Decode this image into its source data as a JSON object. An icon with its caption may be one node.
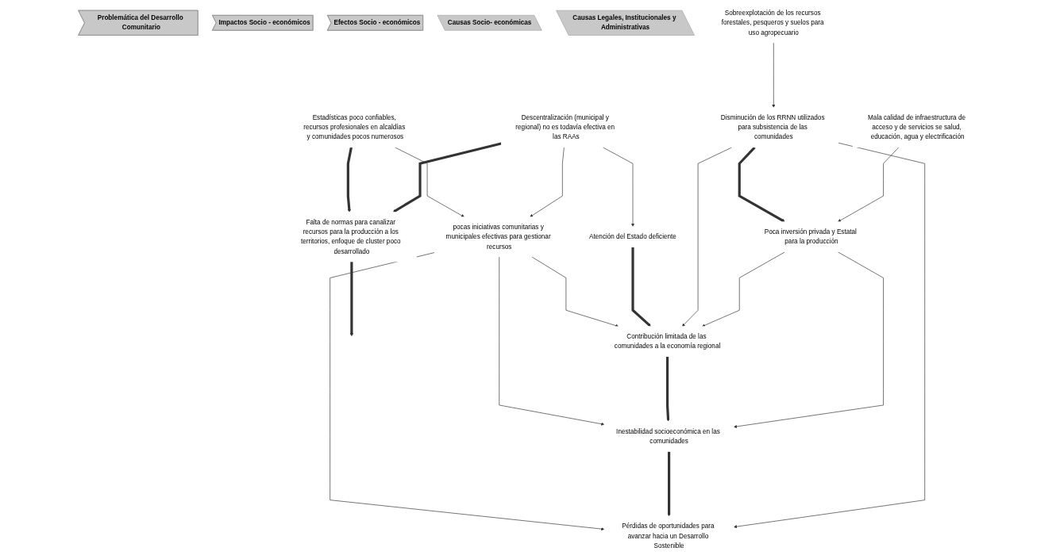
{
  "diagram": {
    "nodes": [
      {
        "text": [
          "Problemática del Desarrollo Comunitario"
        ]
      },
      {
        "text": [
          "Impactos Socio - económicos"
        ]
      },
      {
        "text": [
          "Efectos Socio - económicos"
        ]
      },
      {
        "text": [
          "Causas Socio- económicas"
        ]
      },
      {
        "text": [
          "Causas Legales, Institucionales y Administrativas"
        ]
      },
      {
        "text": [
          "Mala calidad de infraestructura de acceso y de servicios se salud, educación, agua y electrificación"
        ]
      },
      {
        "text": [
          "Sobreexplotación de los recursos forestales, pesqueros y suelos para uso agropecuario"
        ]
      },
      {
        "text": [
          "Poca inversión privada y Estatal para la producción"
        ]
      },
      {
        "text": [
          "Disminución de los RRNN utilizados para subsistencia de las comunidades"
        ]
      },
      {
        "text": [
          "Contribución limitada de las comunidades a la economía regional"
        ]
      },
      {
        "text": [
          "Inestabilidad socioeconómica en las comunidades"
        ]
      },
      {
        "text": [
          "Pérdidas de oportunidades para avanzar hacia un Desarrollo Sostenible"
        ]
      },
      {
        "text": [
          "Atención del Estado deficiente"
        ]
      },
      {
        "text": [
          "pocas iniciativas comunitarias y municipales efectivas para gestionar recursos"
        ]
      },
      {
        "text": [
          "Descentralización (municipal y regional) no es todavía efectiva en las RAAs"
        ]
      },
      {
        "text": [
          "Falta de normas para canalizar recursos para la producción a los territorios, enfoque de cluster poco desarrollado"
        ]
      },
      {
        "text": [
          "Estadísticas poco confiables, recursos profesionales en alcaldías y comunidades pocos numerosos"
        ]
      }
    ],
    "edges": [
      {
        "from": 5,
        "to": 7,
        "arrow": "to"
      },
      {
        "from": 6,
        "to": 8,
        "arrow": "to"
      },
      {
        "from": 8,
        "to": 7,
        "arrow": "to",
        "style": "thick"
      },
      {
        "from": 7,
        "to": 9,
        "arrow": "to"
      },
      {
        "from": 7,
        "to": 10,
        "arrow": "to"
      },
      {
        "from": 8,
        "to": 9,
        "arrow": "to"
      },
      {
        "from": 8,
        "to": 11,
        "arrow": "to"
      },
      {
        "from": 9,
        "to": 10,
        "arrow": "to",
        "style": "thick"
      },
      {
        "from": 10,
        "to": 11,
        "arrow": "to",
        "style": "thick"
      },
      {
        "from": 12,
        "to": 9,
        "arrow": "to",
        "style": "thick"
      },
      {
        "from": 14,
        "to": 12,
        "arrow": "to"
      },
      {
        "from": 14,
        "to": 13,
        "arrow": "to"
      },
      {
        "from": 14,
        "to": 15,
        "arrow": "to",
        "style": "thick"
      },
      {
        "from": 16,
        "to": 15,
        "arrow": "to",
        "style": "thick"
      },
      {
        "from": 16,
        "to": 13,
        "arrow": "to"
      },
      {
        "from": 13,
        "to": 10,
        "arrow": "to"
      },
      {
        "from": 13,
        "to": 9,
        "arrow": "to"
      },
      {
        "from": 13,
        "to": 11,
        "arrow": "to"
      },
      {
        "from": 15,
        "to": null,
        "arrow": "to",
        "style": "thick"
      }
    ]
  }
}
